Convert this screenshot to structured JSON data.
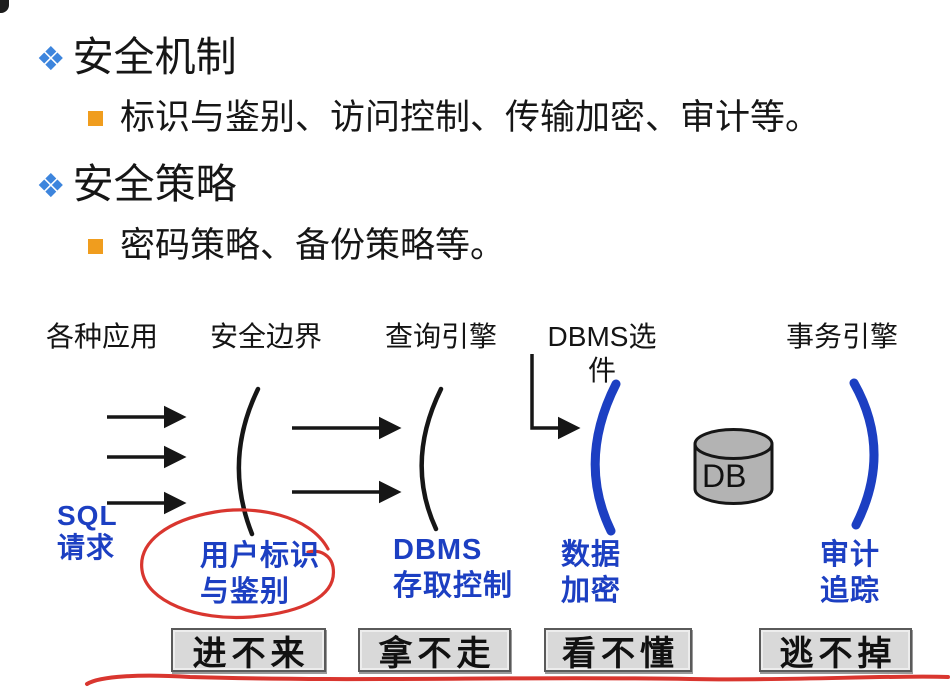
{
  "colors": {
    "diamond_bullet": "#3d85dd",
    "square_bullet": "#f09d1e",
    "blue": "#1c3fc2",
    "red": "#d9362f",
    "line": "#161616",
    "box_fill": "#d9d9d9",
    "box_border": "#5a5a5a",
    "db_fill": "#b3b3b3"
  },
  "outline": {
    "items": [
      {
        "level": 1,
        "marker": "❖",
        "text": "安全机制"
      },
      {
        "level": 2,
        "marker": "▪",
        "text": "标识与鉴别、访问控制、传输加密、审计等。"
      },
      {
        "level": 1,
        "marker": "❖",
        "text": "安全策略"
      },
      {
        "level": 2,
        "marker": "▪",
        "text": "密码策略、备份策略等。"
      }
    ]
  },
  "diagram": {
    "columns": [
      "各种应用",
      "安全边界",
      "查询引擎",
      "DBMS选件",
      "事务引擎"
    ],
    "sql_request": {
      "line1": "SQL",
      "line2": "请求"
    },
    "user_identification": {
      "line1": "用户标识",
      "line2": "与鉴别"
    },
    "dbms_access_control": {
      "line1": "DBMS",
      "line2": "存取控制"
    },
    "data_encryption": {
      "line1": "数据",
      "line2": "加密"
    },
    "audit_trail": {
      "line1": "审计",
      "line2": "追踪"
    },
    "db_label": "DB",
    "result_boxes": [
      "进不来",
      "拿不走",
      "看不懂",
      "逃不掉"
    ]
  }
}
